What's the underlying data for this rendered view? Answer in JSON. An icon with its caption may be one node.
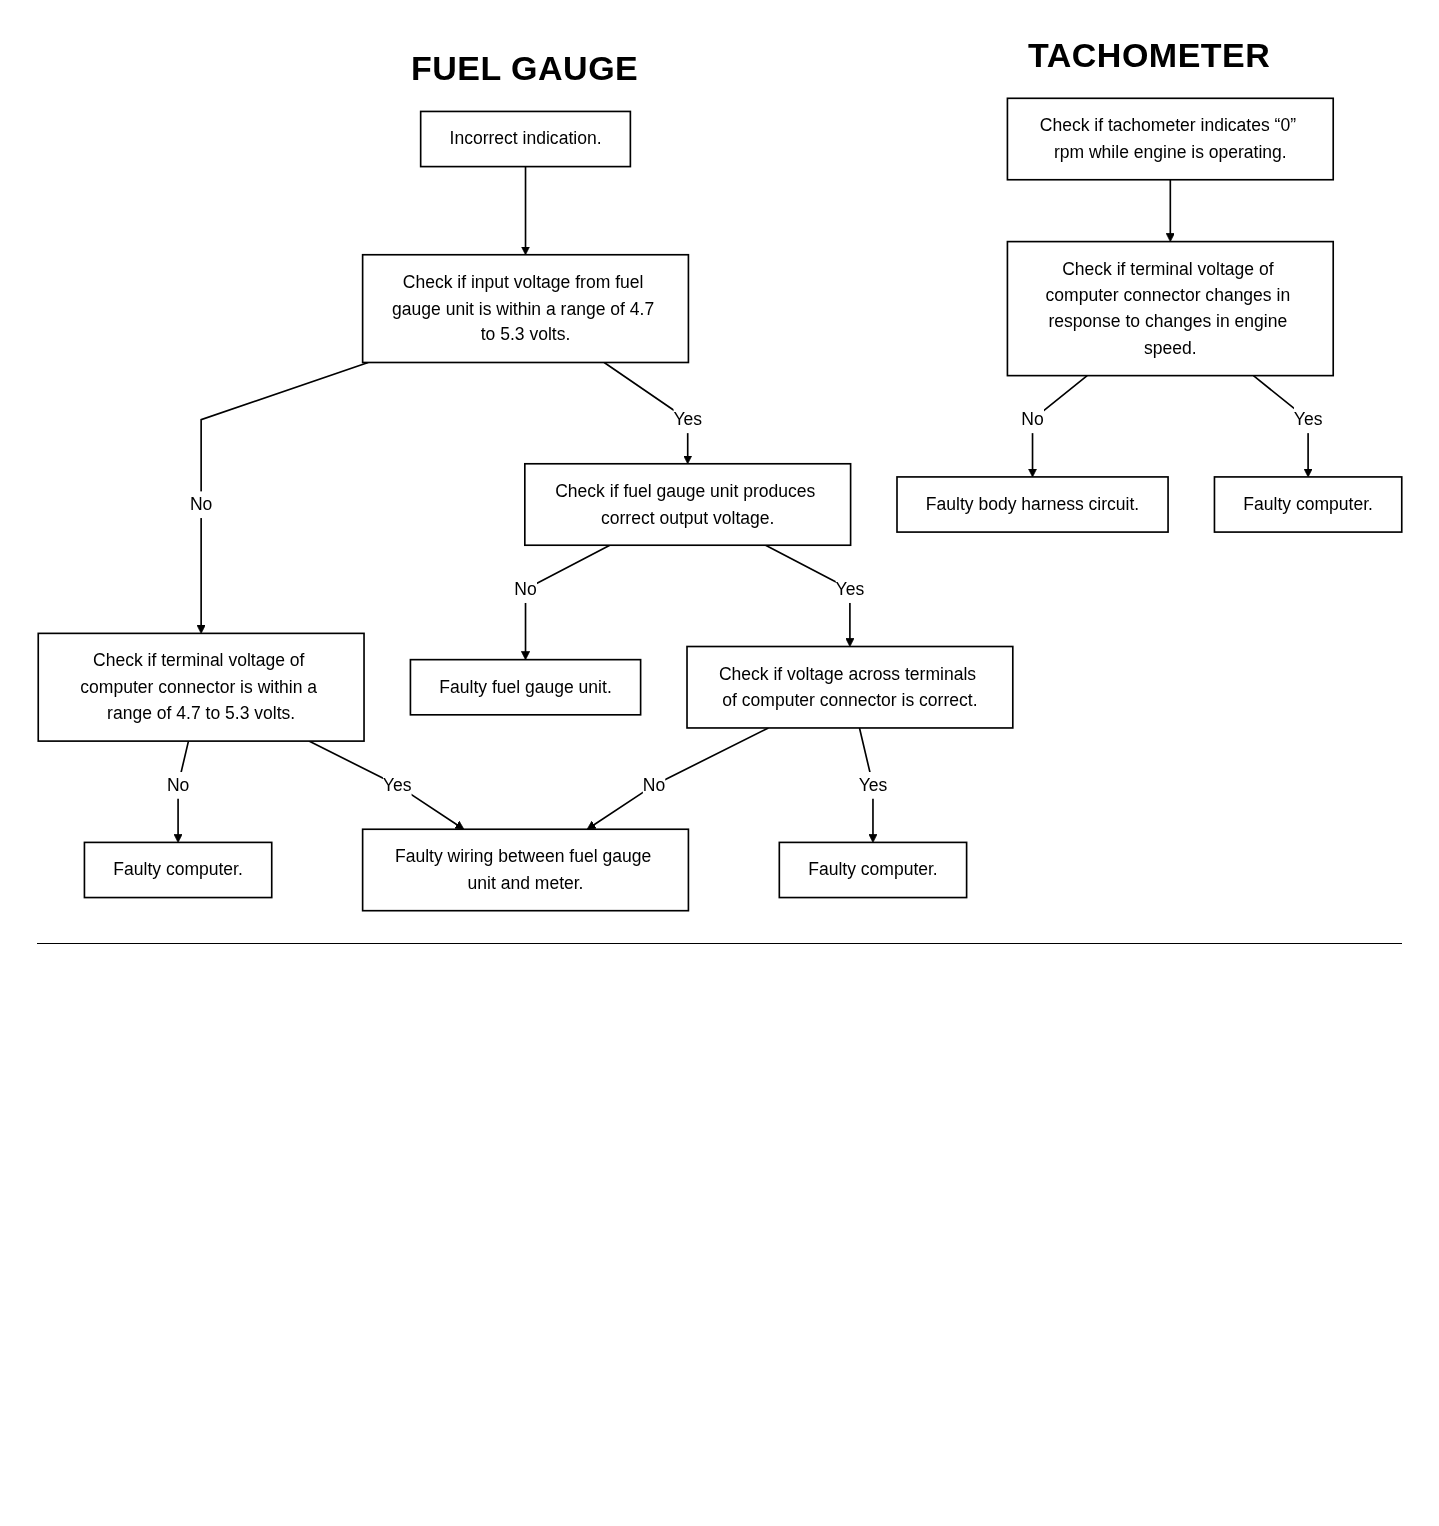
{
  "diagram": {
    "title": "FUEL GAUGE",
    "nodes": [
      {
        "text": [
          "Incorrect indication."
        ]
      },
      {
        "text": [
          "Check if input voltage from fuel gauge unit is within a range of 4.7 to 5.3 volts."
        ]
      },
      {
        "text": [
          "Check if fuel gauge unit produces correct output voltage."
        ]
      },
      {
        "text": [
          "Faulty fuel gauge unit."
        ]
      },
      {
        "text": [
          "Check if terminal voltage of computer connector is within a range of 4.7 to 5.3 volts."
        ]
      },
      {
        "text": [
          "Check if voltage across terminals of computer connector is correct."
        ]
      },
      {
        "text": [
          "Faulty computer."
        ]
      },
      {
        "text": [
          "Faulty computer."
        ]
      },
      {
        "text": [
          "Faulty wiring between fuel gauge unit and meter."
        ]
      },
      {
        "text": [
          "Check if tachometer indicates “0” rpm while engine is operating."
        ]
      },
      {
        "text": [
          "Check if terminal voltage of computer connector changes in response to changes in engine speed."
        ]
      },
      {
        "text": [
          "Faulty body harness circuit."
        ]
      },
      {
        "text": [
          "Faulty computer."
        ]
      }
    ],
    "edges": [
      {
        "from": 0,
        "to": 1,
        "arrow": "to"
      },
      {
        "from": 1,
        "to": 4,
        "arrow": "to",
        "label": "No"
      },
      {
        "from": 1,
        "to": 2,
        "arrow": "to",
        "label": "Yes"
      },
      {
        "from": 2,
        "to": 3,
        "arrow": "to",
        "label": "No"
      },
      {
        "from": 2,
        "to": 5,
        "arrow": "to",
        "label": "Yes"
      },
      {
        "from": 4,
        "to": 6,
        "arrow": "to",
        "label": "No"
      },
      {
        "from": 4,
        "to": 8,
        "arrow": "to",
        "label": "Yes"
      },
      {
        "from": 5,
        "to": 8,
        "arrow": "to",
        "label": "No"
      },
      {
        "from": 5,
        "to": 7,
        "arrow": "to",
        "label": "Yes"
      },
      {
        "from": 9,
        "to": 10,
        "arrow": "to"
      },
      {
        "from": 10,
        "to": 11,
        "arrow": "to",
        "label": "No"
      },
      {
        "from": 10,
        "to": 12,
        "arrow": "to",
        "label": "Yes"
      }
    ],
    "labels": [
      "TACHOMETER"
    ]
  }
}
